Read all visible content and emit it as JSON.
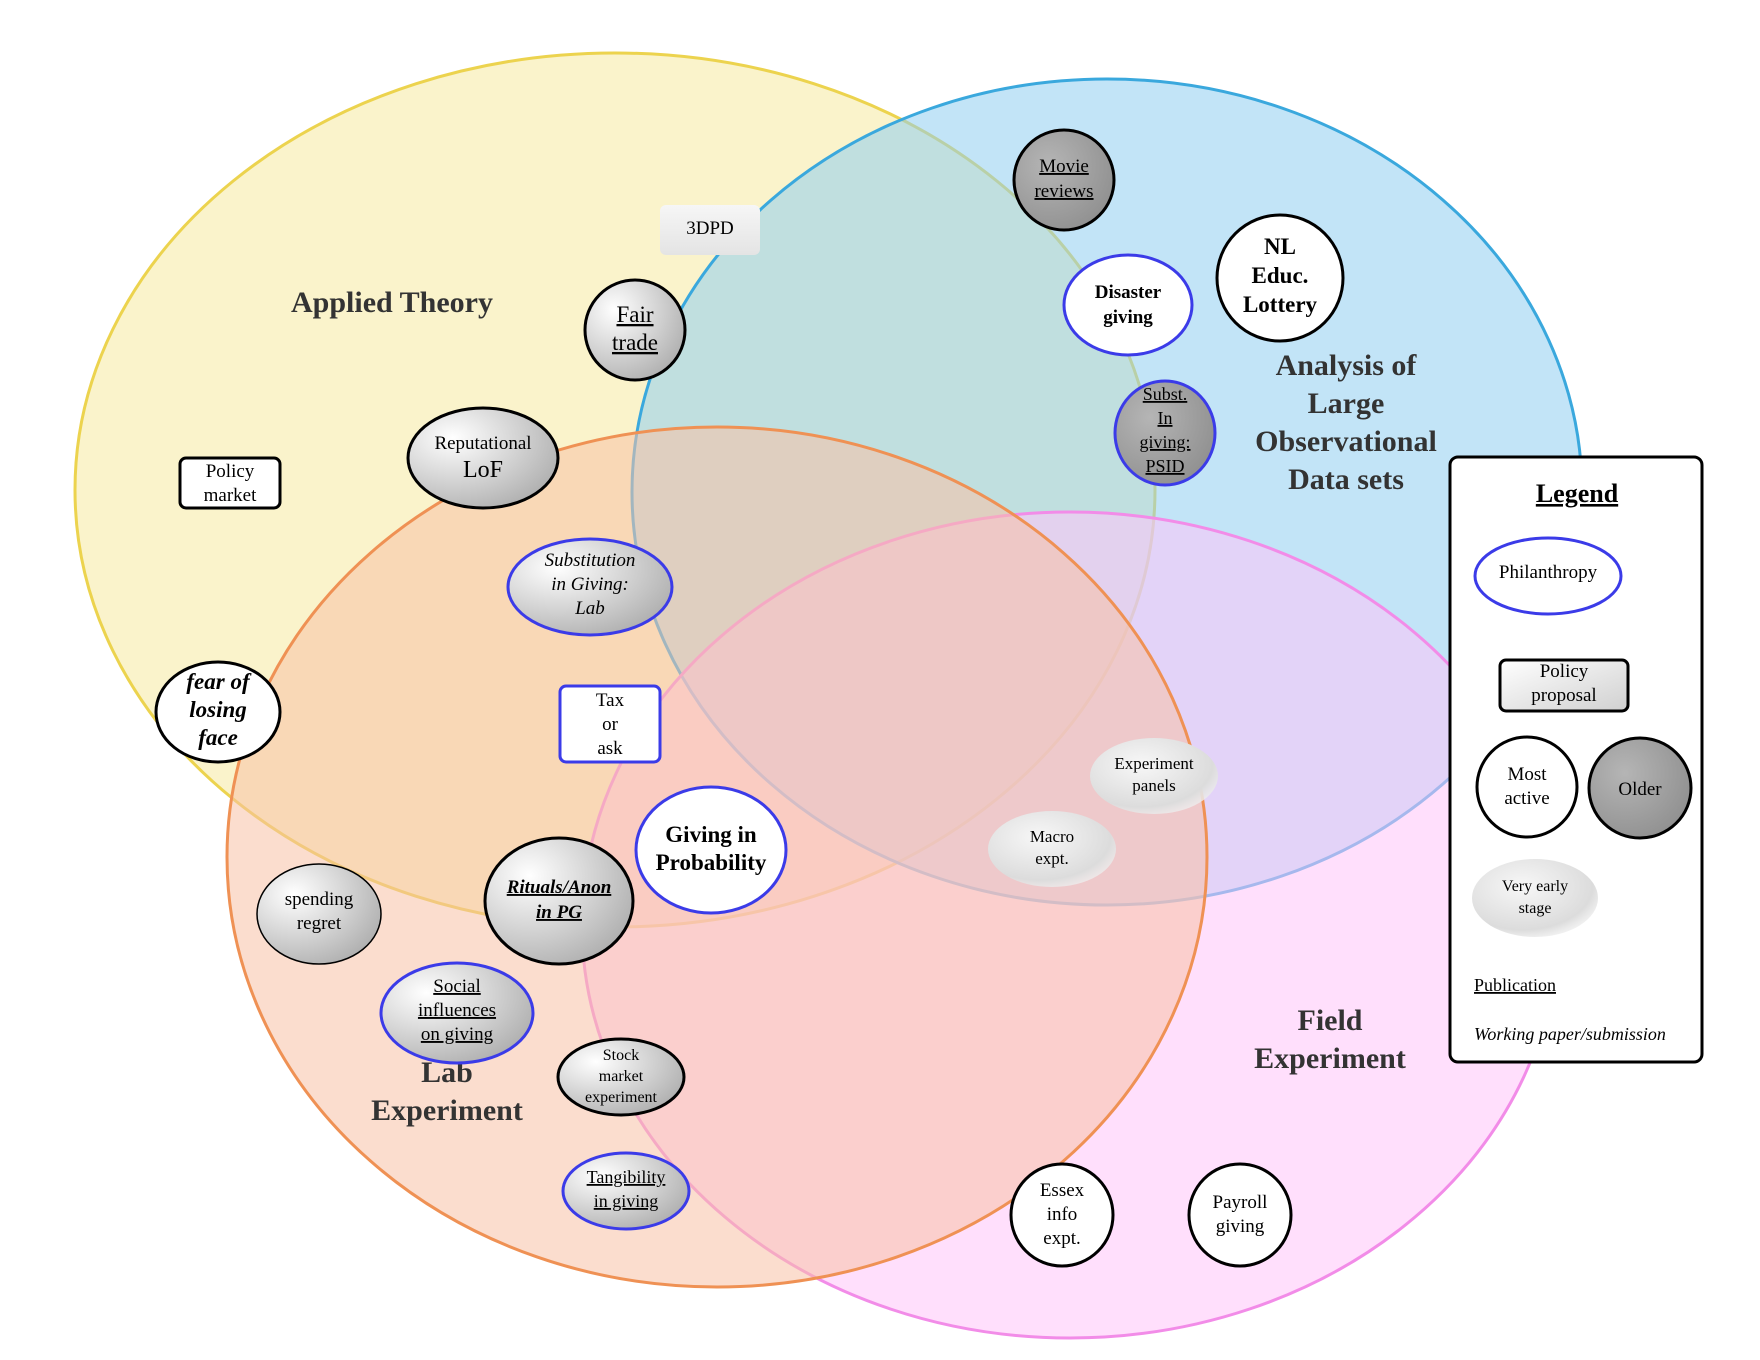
{
  "regions": {
    "applied_theory": {
      "title": [
        "Applied Theory"
      ],
      "fill": "#f5eaa0",
      "stroke": "#ecd34e"
    },
    "large_data": {
      "title": [
        "Analysis of",
        "Large",
        "Observational",
        "Data sets"
      ],
      "fill": "#8fcdf0",
      "stroke": "#3aa8dd"
    },
    "field_experiment": {
      "title": [
        "Field",
        "Experiment"
      ],
      "fill": "#ffc4fa",
      "stroke": "#f28ce8"
    },
    "lab_experiment": {
      "title": [
        "Lab",
        "Experiment"
      ],
      "fill": "#f8c1a6",
      "stroke": "#ef9154"
    }
  },
  "nodes": {
    "three_dpd": {
      "lines": [
        "3DPD"
      ]
    },
    "fair_trade": {
      "lines": [
        "Fair",
        "trade"
      ]
    },
    "movie_reviews": {
      "lines": [
        "Movie",
        "reviews"
      ]
    },
    "disaster_giving": {
      "lines": [
        "Disaster",
        "giving"
      ]
    },
    "nl_lottery": {
      "lines": [
        "NL",
        "Educ.",
        "Lottery"
      ]
    },
    "subst_psid": {
      "lines": [
        "Subst.",
        "In",
        "giving:",
        "PSID"
      ]
    },
    "policy_market": {
      "lines": [
        "Policy",
        "market"
      ]
    },
    "reputational_lof": {
      "lines": [
        "Reputational",
        "LoF"
      ]
    },
    "subst_lab": {
      "lines": [
        "Substitution",
        "in Giving:",
        "Lab"
      ]
    },
    "fear_face": {
      "lines": [
        "fear of",
        "losing",
        "face"
      ]
    },
    "tax_or_ask": {
      "lines": [
        "Tax",
        "or",
        "ask"
      ]
    },
    "giving_probability": {
      "lines": [
        "Giving in",
        "Probability"
      ]
    },
    "experiment_panels": {
      "lines": [
        "Experiment",
        "panels"
      ]
    },
    "macro_expt": {
      "lines": [
        "Macro",
        "expt."
      ]
    },
    "spending_regret": {
      "lines": [
        "spending",
        "regret"
      ]
    },
    "rituals_anon": {
      "lines": [
        "Rituals/Anon",
        "in PG"
      ]
    },
    "social_influences": {
      "lines": [
        "Social",
        "influences",
        "on giving"
      ]
    },
    "stock_market": {
      "lines": [
        "Stock",
        "market",
        "experiment"
      ]
    },
    "tangibility": {
      "lines": [
        "Tangibility",
        "in giving"
      ]
    },
    "essex_info": {
      "lines": [
        "Essex",
        "info",
        "expt."
      ]
    },
    "payroll_giving": {
      "lines": [
        "Payroll",
        "giving"
      ]
    }
  },
  "legend": {
    "title": "Legend",
    "philanthropy": [
      "Philanthropy"
    ],
    "policy_proposal": [
      "Policy",
      "proposal"
    ],
    "most_active": [
      "Most",
      "active"
    ],
    "older": [
      "Older"
    ],
    "very_early": [
      "Very early",
      "stage"
    ],
    "publication": "Publication",
    "working_paper": "Working paper/submission"
  },
  "colors": {
    "philanthropy_border": "#3b3be8",
    "older_fill": "#a8a8a8",
    "early_fill": "#e6e6e6"
  }
}
